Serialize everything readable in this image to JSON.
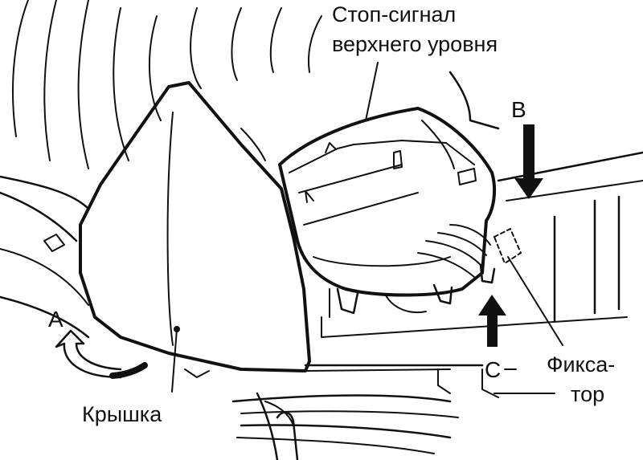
{
  "labels": {
    "stop_signal_line1": "Стоп-сигнал",
    "stop_signal_line2": "верхнего уровня",
    "cover": "Крышка",
    "latch_line1": "Фикса-",
    "latch_line2": "тор",
    "arrow_a": "A",
    "arrow_b": "B",
    "arrow_c": "C"
  },
  "colors": {
    "line": "#111111",
    "background": "#ffffff"
  }
}
